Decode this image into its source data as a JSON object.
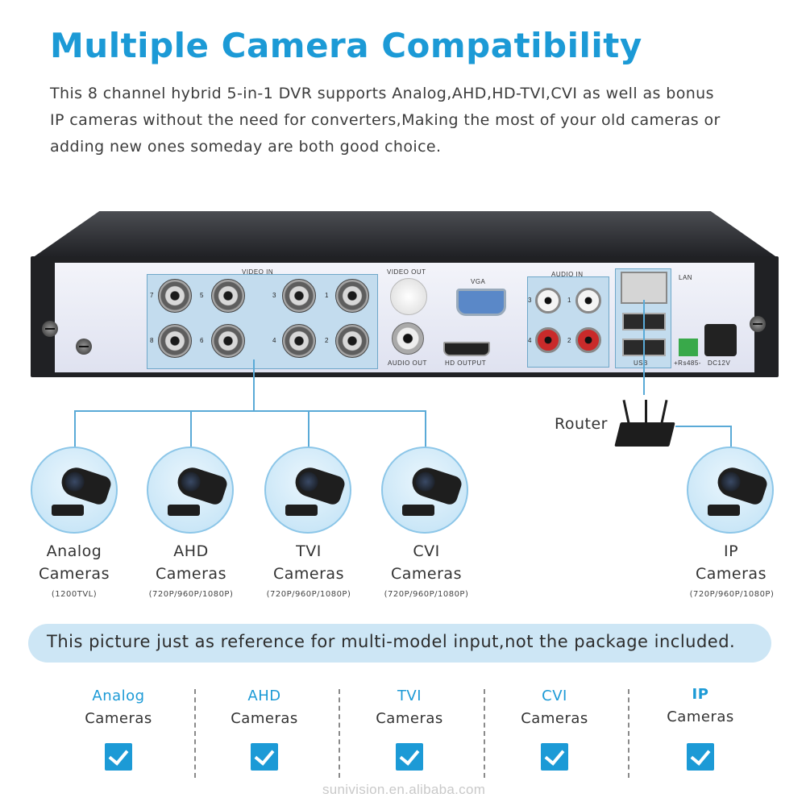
{
  "header": {
    "title": "Multiple Camera Compatibility",
    "description_lines": [
      "This 8 channel hybrid 5-in-1 DVR supports Analog,AHD,HD-TVI,CVI as well as bonus",
      "IP cameras without the need for converters,Making the most of your old cameras or",
      "adding new ones someday are both good choice."
    ]
  },
  "dvr": {
    "video_in_label": "VIDEO IN",
    "video_out_label": "VIDEO OUT",
    "vga_label": "VGA",
    "audio_out_label": "AUDIO OUT",
    "hd_output_label": "HD OUTPUT",
    "audio_in_label": "AUDIO IN",
    "lan_label": "LAN",
    "usb_label": "USB",
    "rs485_label": "+Rs485-",
    "dc_label": "DC12V",
    "video_channels": [
      "7",
      "5",
      "3",
      "1",
      "8",
      "6",
      "4",
      "2"
    ],
    "audio_channels": [
      "3",
      "1",
      "4",
      "2"
    ]
  },
  "router_label": "Router",
  "cameras": [
    {
      "name": "Analog",
      "line2": "Cameras",
      "res": "(1200TVL)"
    },
    {
      "name": "AHD",
      "line2": "Cameras",
      "res": "(720P/960P/1080P)"
    },
    {
      "name": "TVI",
      "line2": "Cameras",
      "res": "(720P/960P/1080P)"
    },
    {
      "name": "CVI",
      "line2": "Cameras",
      "res": "(720P/960P/1080P)"
    },
    {
      "name": "IP",
      "line2": "Cameras",
      "res": "(720P/960P/1080P)"
    }
  ],
  "note": "This picture just as reference for multi-model input,not the package included.",
  "compat": [
    {
      "name": "Analog",
      "line2": "Cameras"
    },
    {
      "name": "AHD",
      "line2": "Cameras"
    },
    {
      "name": "TVI",
      "line2": "Cameras"
    },
    {
      "name": "CVI",
      "line2": "Cameras"
    },
    {
      "name": "IP",
      "line2": "Cameras"
    }
  ],
  "watermark": "sunivision.en.alibaba.com",
  "colors": {
    "accent": "#1c9ad6",
    "note_bg": "#cde6f5"
  }
}
